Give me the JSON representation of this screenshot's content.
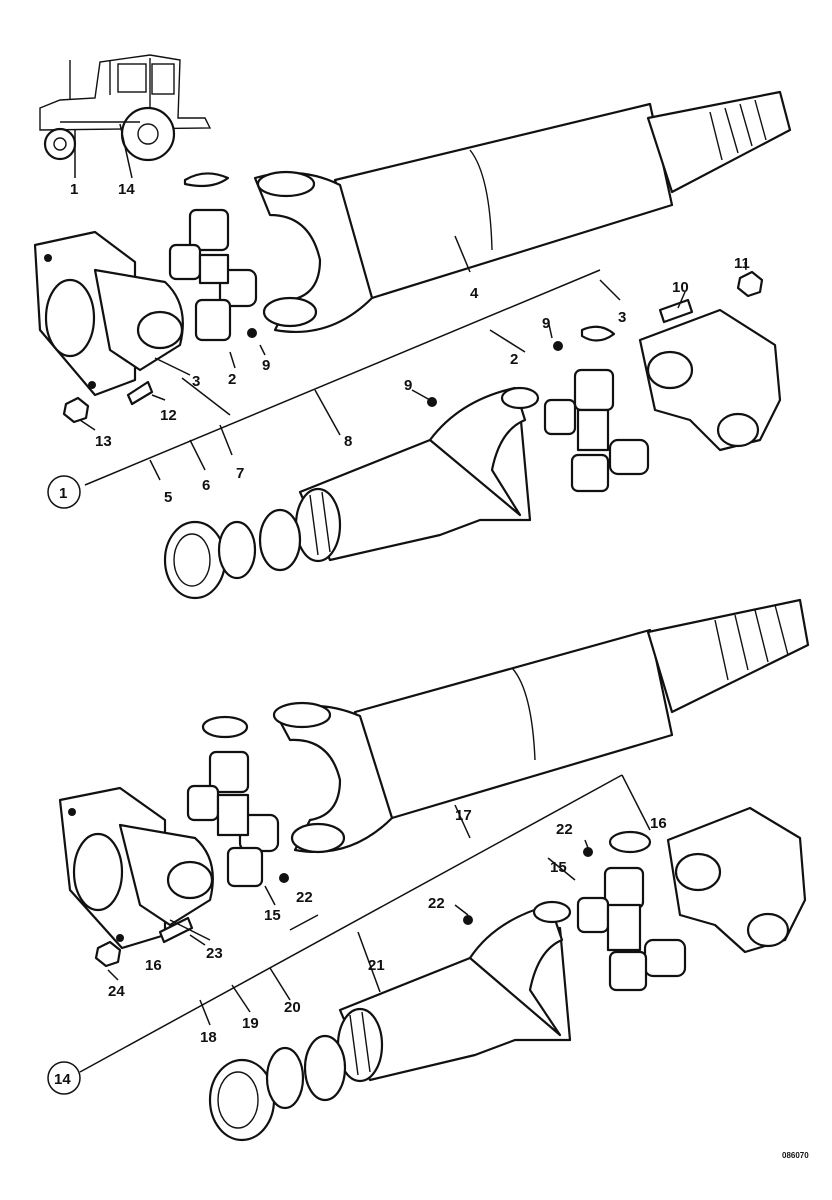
{
  "figure_id": "086070",
  "callouts": {
    "c1": "1",
    "c2": "2",
    "c3": "3",
    "c4": "4",
    "c5": "5",
    "c6": "6",
    "c7": "7",
    "c8": "8",
    "c9": "9",
    "c10": "10",
    "c11": "11",
    "c12": "12",
    "c13": "13",
    "c14": "14",
    "c15": "15",
    "c16": "16",
    "c17": "17",
    "c18": "18",
    "c19": "19",
    "c20": "20",
    "c21": "21",
    "c22": "22",
    "c23": "23",
    "c24": "24"
  },
  "tractor_inset": {
    "label_front": "1",
    "label_rear": "14"
  },
  "reference_circles": {
    "upper": "1",
    "lower": "14"
  }
}
